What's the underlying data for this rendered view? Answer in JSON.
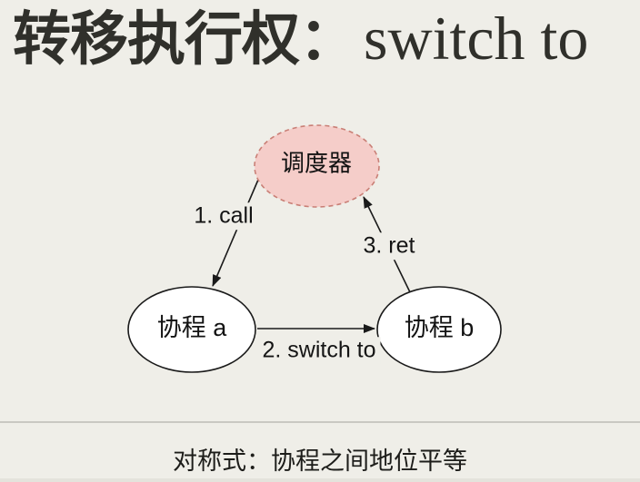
{
  "title": {
    "zh": "转移执行权：",
    "en": "switch to"
  },
  "diagram": {
    "nodes": [
      {
        "id": "scheduler",
        "label": "调度器"
      },
      {
        "id": "coroutine-a",
        "label": "协程 a"
      },
      {
        "id": "coroutine-b",
        "label": "协程 b"
      }
    ],
    "edges": [
      {
        "label": "1. call",
        "from": "scheduler",
        "to": "coroutine-a"
      },
      {
        "label": "2. switch to",
        "from": "coroutine-a",
        "to": "coroutine-b"
      },
      {
        "label": "3. ret",
        "from": "coroutine-b",
        "to": "scheduler"
      }
    ]
  },
  "footer": {
    "text": "对称式：协程之间地位平等"
  },
  "colors": {
    "background": "#efeee8",
    "scheduler_fill": "#f5cdc9",
    "scheduler_border": "#c97f76",
    "node_fill": "#ffffff",
    "node_border": "#1a1a1a",
    "title_text": "#30302b",
    "divider": "#c9c8c2"
  }
}
